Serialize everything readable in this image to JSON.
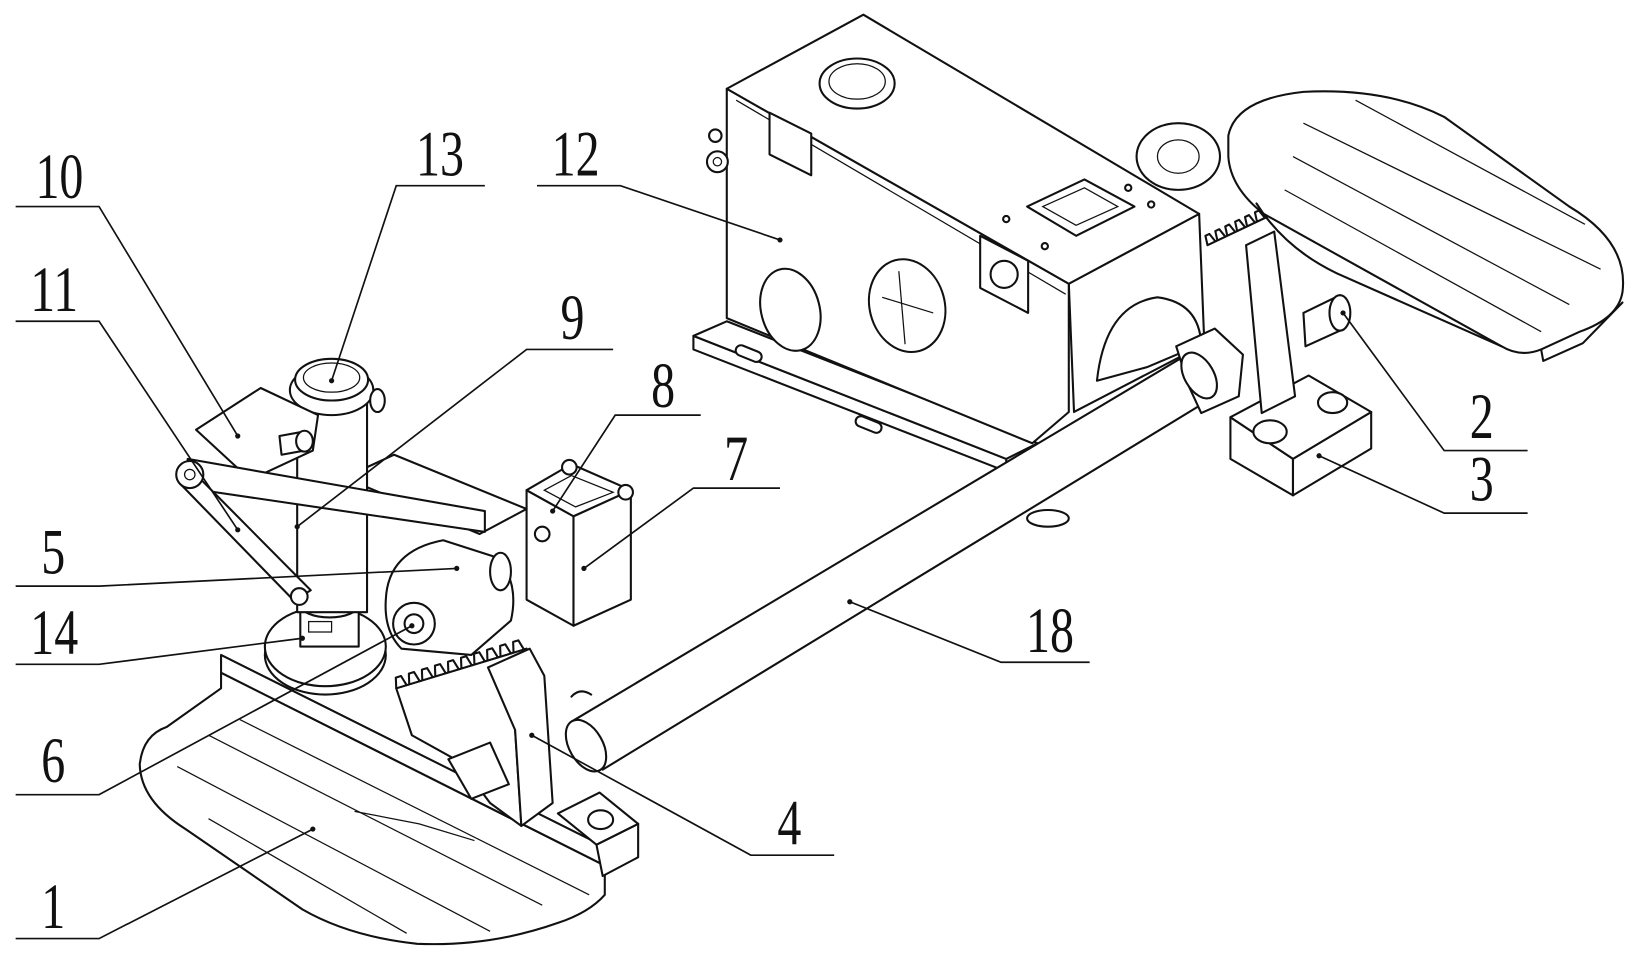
{
  "figure": {
    "labels": {
      "part_1": "1",
      "part_2": "2",
      "part_3": "3",
      "part_4": "4",
      "part_5": "5",
      "part_6": "6",
      "part_7": "7",
      "part_8": "8",
      "part_9": "9",
      "part_10": "10",
      "part_11": "11",
      "part_12": "12",
      "part_13": "13",
      "part_14": "14",
      "part_18": "18"
    }
  }
}
